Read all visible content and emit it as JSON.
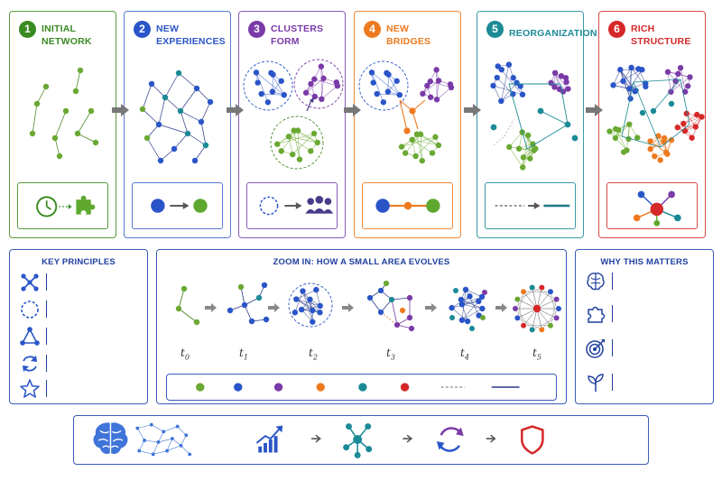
{
  "stages": [
    {
      "number": "1",
      "title_line1": "INITIAL",
      "title_line2": "NETWORK",
      "color": "#3a8a22",
      "icon": "clock-to-puzzle-icon"
    },
    {
      "number": "2",
      "title_line1": "NEW",
      "title_line2": "EXPERIENCES",
      "color": "#2a55c8",
      "icon": "blue-to-green-node-icon"
    },
    {
      "number": "3",
      "title_line1": "CLUSTERS",
      "title_line2": "FORM",
      "color": "#7a3aa8",
      "icon": "dashed-circle-to-people-icon"
    },
    {
      "number": "4",
      "title_line1": "NEW",
      "title_line2": "BRIDGES",
      "color": "#ee7a1f",
      "icon": "bridge-link-icon"
    },
    {
      "number": "5",
      "title_line1": "REORGANIZATION",
      "title_line2": "",
      "color": "#1a8a96",
      "icon": "dashed-to-solid-line-icon"
    },
    {
      "number": "6",
      "title_line1": "RICH",
      "title_line2": "STRUCTURE",
      "color": "#d62828",
      "icon": "hub-node-icon"
    }
  ],
  "key_principles": {
    "title": "KEY PRINCIPLES",
    "icons": [
      "connect-icon",
      "dashed-circle-icon",
      "triangle-network-icon",
      "refresh-icon",
      "star-icon"
    ]
  },
  "zoom": {
    "title": "ZOOM IN: HOW A SMALL AREA EVOLVES",
    "time_labels": [
      {
        "base": "t",
        "sub": "0"
      },
      {
        "base": "t",
        "sub": "1"
      },
      {
        "base": "t",
        "sub": "2"
      },
      {
        "base": "t",
        "sub": "3"
      },
      {
        "base": "t",
        "sub": "4"
      },
      {
        "base": "t",
        "sub": "5"
      }
    ]
  },
  "legend": {
    "node_colors": [
      "#6aa832",
      "#2a55c8",
      "#7a3aa8",
      "#ee7a1f",
      "#1a8a96",
      "#d62828"
    ]
  },
  "why": {
    "title": "WHY THIS MATTERS",
    "icons": [
      "brain-icon",
      "puzzle-icon",
      "target-icon",
      "sprout-icon"
    ]
  },
  "footer": {
    "icons": [
      "brain-network-icon",
      "growth-chart-icon",
      "network-icon",
      "cycle-icon",
      "shield-icon"
    ]
  },
  "colors": {
    "green": "#6aa832",
    "blue": "#2a55c8",
    "purple": "#7a3aa8",
    "orange": "#ee7a1f",
    "teal": "#1a8a96",
    "red": "#d62828",
    "dark_blue": "#1f3f9e"
  }
}
